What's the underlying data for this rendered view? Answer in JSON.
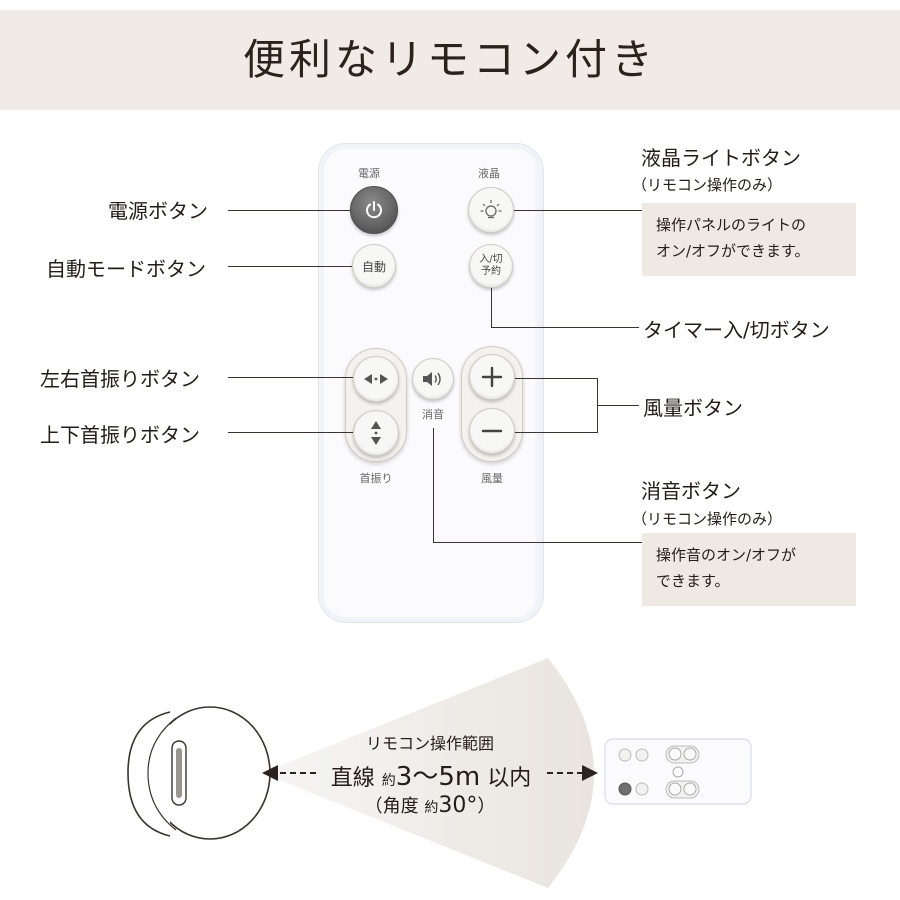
{
  "header": {
    "title": "便利なリモコン付き",
    "bg_color": "#f0ebe6"
  },
  "remote": {
    "power_label": "電源",
    "lcd_label": "液晶",
    "auto_label": "自動",
    "timer_label_top": "入/切",
    "timer_label_bottom": "予約",
    "mute_label": "消音",
    "swing_label": "首振り",
    "fan_label": "風量"
  },
  "callouts": {
    "power": "電源ボタン",
    "auto": "自動モードボタン",
    "lr_swing": "左右首振りボタン",
    "ud_swing": "上下首振りボタン",
    "lcd_title": "液晶ライトボタン",
    "lcd_sub": "（リモコン操作のみ）",
    "lcd_note_1": "操作パネルのライトの",
    "lcd_note_2": "オン/オフができます。",
    "timer": "タイマー入/切ボタン",
    "fan": "風量ボタン",
    "mute_title": "消音ボタン",
    "mute_sub": "（リモコン操作のみ）",
    "mute_note_1": "操作音のオン/オフが",
    "mute_note_2": "できます。"
  },
  "range": {
    "title": "リモコン操作範囲",
    "line_prefix": "直線",
    "approx": "約",
    "distance": "3～5m",
    "suffix": "以内",
    "angle_open": "（角度",
    "angle_value": "30°",
    "angle_close": "）"
  },
  "icons": [
    "power-icon",
    "light-bulb-icon",
    "left-right-arrows-icon",
    "speaker-icon",
    "plus-icon",
    "minus-icon",
    "up-down-arrows-icon"
  ]
}
